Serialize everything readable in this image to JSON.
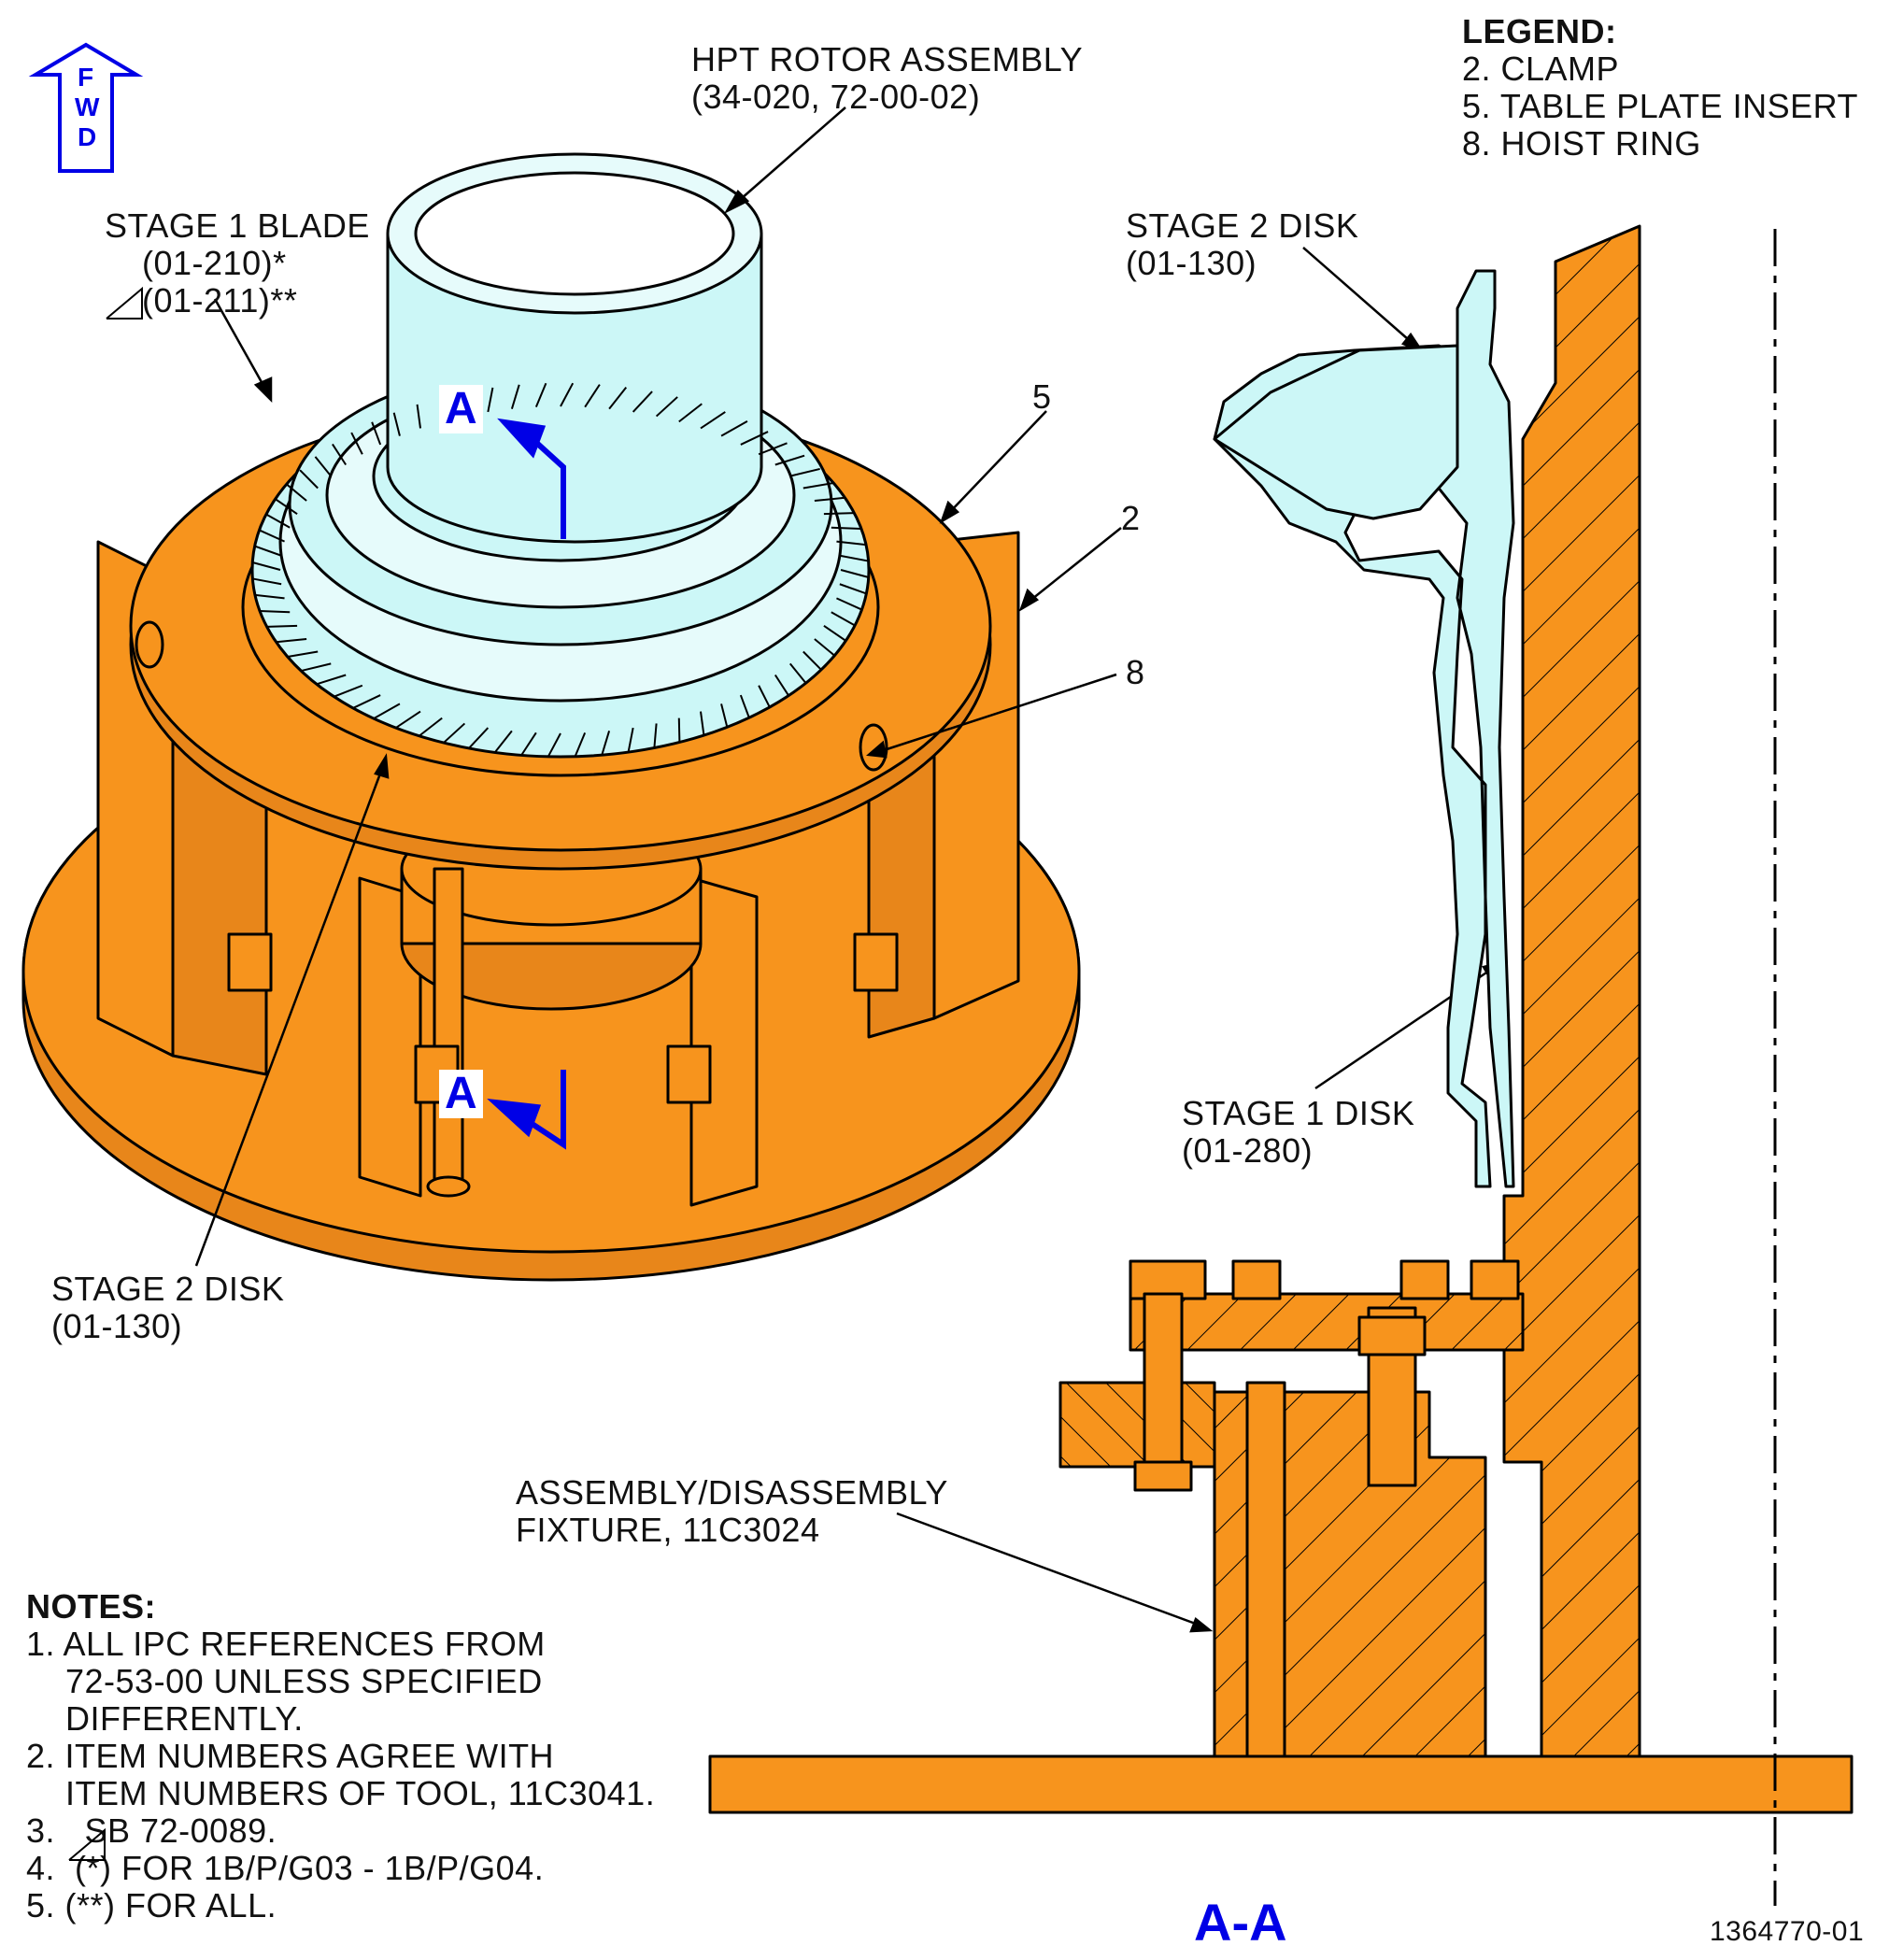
{
  "fwd": {
    "letters": [
      "F",
      "W",
      "D"
    ]
  },
  "legend": {
    "title": "LEGEND:",
    "items": [
      "2. CLAMP",
      "5. TABLE PLATE INSERT",
      "8. HOIST RING"
    ]
  },
  "labels": {
    "hpt_rotor": [
      "HPT ROTOR ASSEMBLY",
      "(34-020, 72-00-02)"
    ],
    "stage1_blade": [
      "STAGE 1 BLADE",
      "(01-210)*",
      "(01-211)**"
    ],
    "item5": "5",
    "item2": "2",
    "item8": "8",
    "stage2_disk_left": [
      "STAGE 2 DISK",
      "(01-130)"
    ],
    "stage2_disk_right": [
      "STAGE 2 DISK",
      "(01-130)"
    ],
    "stage1_disk": [
      "STAGE 1 DISK",
      "(01-280)"
    ],
    "fixture": [
      "ASSEMBLY/DISASSEMBLY",
      "FIXTURE, 11C3024"
    ]
  },
  "section_markers": {
    "top": "A",
    "bottom": "A",
    "view_title": "A-A"
  },
  "notes": {
    "title": "NOTES:",
    "items": [
      "1. ALL IPC REFERENCES FROM",
      "    72-53-00 UNLESS SPECIFIED",
      "    DIFFERENTLY.",
      "2. ITEM NUMBERS AGREE WITH",
      "    ITEM NUMBERS OF TOOL, 11C3041.",
      "3.   SB 72-0089.",
      "4.  (*) FOR 1B/P/G03 - 1B/P/G04.",
      "5. (**) FOR ALL."
    ]
  },
  "figure_number": "1364770-01",
  "colors": {
    "fixture_orange": "#F7941D",
    "rotor_cyan": "#CCF7F7",
    "section_blue": "#0000E6",
    "line": "#000000"
  }
}
